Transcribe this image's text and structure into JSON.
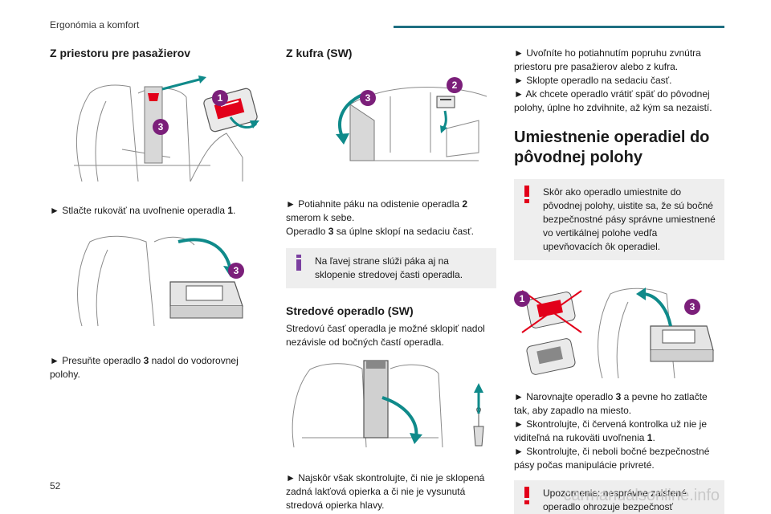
{
  "header": {
    "title": "Ergonómia a komfort"
  },
  "footer": {
    "page_number": "52",
    "watermark": "carmanualsonline.info"
  },
  "col1": {
    "title": "Z priestoru pre pasažierov",
    "step1_pre": "► Stlačte rukoväť na uvoľnenie operadla ",
    "step1_num": "1",
    "step1_post": ".",
    "step2_pre": "► Presuňte operadlo ",
    "step2_num": "3",
    "step2_post": " nadol do vodorovnej polohy."
  },
  "col2": {
    "title": "Z kufra (SW)",
    "step1_pre": "► Potiahnite páku na odistenie operadla ",
    "step1_num": "2",
    "step1_post": " smerom k sebe.",
    "step2_pre": "Operadlo ",
    "step2_num": "3",
    "step2_post": " sa úplne sklopí na sedaciu časť.",
    "info": "Na ľavej strane slúži páka aj na sklopenie stredovej časti operadla.",
    "sub_title": "Stredové operadlo (SW)",
    "sub_para": "Stredovú časť operadla je možné sklopiť nadol nezávisle od bočných častí operadla.",
    "final_note": "► Najskôr však skontrolujte, či nie je sklopená zadná lakťová opierka a či nie je vysunutá stredová opierka hlavy."
  },
  "col3": {
    "step1": "► Uvoľníte ho potiahnutím popruhu zvnútra priestoru pre pasažierov alebo z kufra.",
    "step2": "► Sklopte operadlo na sedaciu časť.",
    "step3": "► Ak chcete operadlo vrátiť späť do pôvodnej polohy, úplne ho zdvihnite, až kým sa nezaistí.",
    "heading": "Umiestnenie operadiel do pôvodnej polohy",
    "warning1": "Skôr ako operadlo umiestnite do pôvodnej polohy, uistite sa, že sú bočné bezpečnostné pásy správne umiestnené vo vertikálnej polohe vedľa upevňovacích ôk operadiel.",
    "step4_pre": "► Narovnajte operadlo ",
    "step4_num": "3",
    "step4_post": " a pevne ho zatlačte tak, aby zapadlo na miesto.",
    "step5_pre": "► Skontrolujte, či červená kontrolka už nie je viditeľná na rukoväti uvoľnenia ",
    "step5_num": "1",
    "step5_post": ".",
    "step6": "► Skontrolujte, či neboli bočné bezpečnostné pásy počas manipulácie privreté.",
    "warning2": "Upozornenie: nesprávne zaistené operadlo ohrozuje bezpečnosť"
  },
  "badges": {
    "one": "1",
    "two": "2",
    "three": "3"
  },
  "colors": {
    "accent": "#1f6f82",
    "badge": "#7b1f7a",
    "arrow": "#0f8a8a",
    "warning": "#e2001a",
    "info": "#7b3fa0"
  },
  "icons": {
    "info": "info-icon",
    "warning": "warning-icon"
  }
}
